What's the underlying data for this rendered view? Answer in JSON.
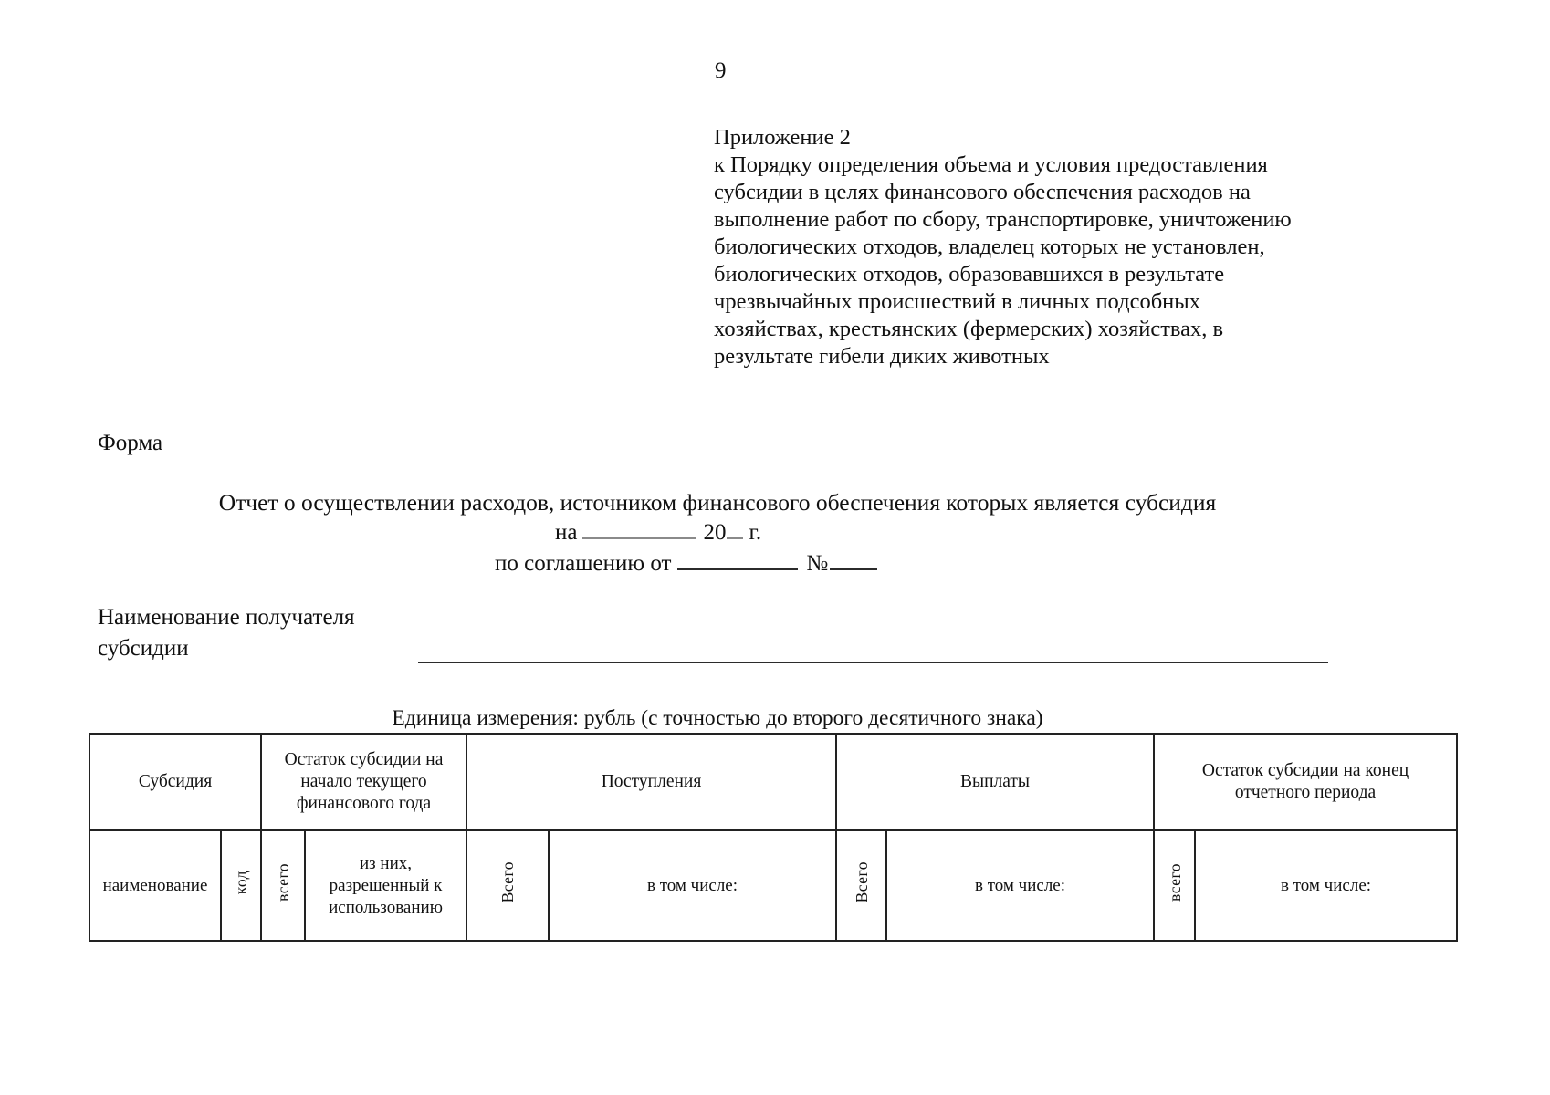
{
  "page": {
    "number": "9"
  },
  "appendix": {
    "text": "Приложение 2\nк Порядку определения объема и условия предоставления\nсубсидии в целях финансового обеспечения расходов на\nвыполнение работ по сбору, транспортировке, уничтожению\nбиологических отходов, владелец которых не установлен,\nбиологических отходов, образовавшихся в результате\nчрезвычайных происшествий в личных подсобных\nхозяйствах, крестьянских (фермерских) хозяйствах, в\nрезультате гибели диких животных"
  },
  "form_label": "Форма",
  "report": {
    "title": "Отчет о осуществлении расходов, источником финансового обеспечения которых является субсидия",
    "period_prefix": "на",
    "period_year": "20",
    "period_suffix": "г.",
    "agreement_prefix": "по соглашению от",
    "number_sign": "№"
  },
  "recipient": {
    "label": "Наименование получателя\nсубсидии",
    "value": ""
  },
  "units_caption": "Единица измерения: рубль (с точностью до второго десятичного знака)",
  "table": {
    "groups": [
      {
        "label": "Субсидия"
      },
      {
        "label": "Остаток субсидии на начало текущего финансового года"
      },
      {
        "label": "Поступления"
      },
      {
        "label": "Выплаты"
      },
      {
        "label": "Остаток субсидии на конец отчетного периода"
      }
    ],
    "columns": [
      {
        "label": "наименование"
      },
      {
        "label": "код"
      },
      {
        "label": "всего"
      },
      {
        "label": "из них, разрешенный к использованию"
      },
      {
        "label": "Всего"
      },
      {
        "label": "в том числе:"
      },
      {
        "label": "Всего"
      },
      {
        "label": "в том числе:"
      },
      {
        "label": "всего"
      },
      {
        "label": "в том числе:"
      }
    ]
  },
  "colors": {
    "text": "#111111",
    "table_border": "#222222",
    "blank_line_gray": "#8a8a8a",
    "blank_line_dark": "#2b2b2b",
    "background": "#ffffff"
  }
}
